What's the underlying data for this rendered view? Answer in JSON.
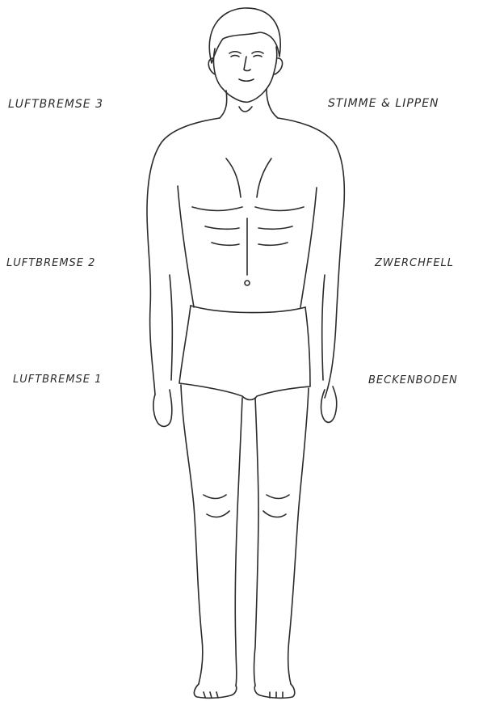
{
  "labels": {
    "left_top": "LUFTBREMSE 3",
    "left_middle": "LUFTBREMSE 2",
    "left_bottom": "LUFTBREMSE 1",
    "right_top": "STIMME & LIPPEN",
    "right_middle": "ZWERCHFELL",
    "right_bottom": "BECKENBODEN"
  },
  "colors": {
    "background": "#ffffff",
    "ink": "#2b2b2b"
  }
}
